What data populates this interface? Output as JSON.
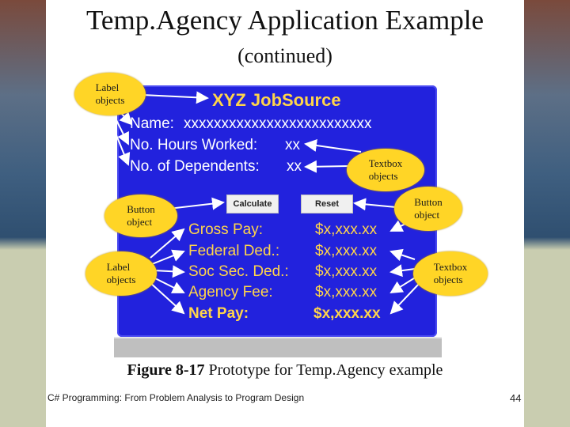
{
  "slide": {
    "title": "Temp.Agency Application Example",
    "subtitle": "(continued)",
    "caption_bold": "Figure 8-17",
    "caption_rest": " Prototype for Temp.Agency example",
    "footer": "C# Programming: From Problem Analysis to Program Design",
    "page_number": "44"
  },
  "form": {
    "heading": "XYZ JobSource",
    "name_label": "Name:",
    "name_value": "xxxxxxxxxxxxxxxxxxxxxxxxx",
    "hours_label": "No. Hours Worked:",
    "hours_value": "xx",
    "dependents_label": "No. of Dependents:",
    "dependents_value": "xx",
    "calculate_button": "Calculate",
    "reset_button": "Reset",
    "gross_label": "Gross Pay:",
    "gross_value": "$x,xxx.xx",
    "federal_label": "Federal Ded.:",
    "federal_value": "$x,xxx.xx",
    "soc_label": "Soc Sec. Ded.:",
    "soc_value": "$x,xxx.xx",
    "fee_label": "Agency Fee:",
    "fee_value": "$x,xxx.xx",
    "net_label": "Net Pay:",
    "net_value": "$x,xxx.xx"
  },
  "callouts": {
    "label_top": "Label\nobjects",
    "textbox_top": "Textbox\nobjects",
    "button_left": "Button\nobject",
    "button_right": "Button\nobject",
    "label_bottom": "Label\nobjects",
    "textbox_bottom": "Textbox\nobjects"
  },
  "colors": {
    "panel": "#2222dd",
    "label_text": "#ffd54a",
    "callout": "#ffd526"
  }
}
